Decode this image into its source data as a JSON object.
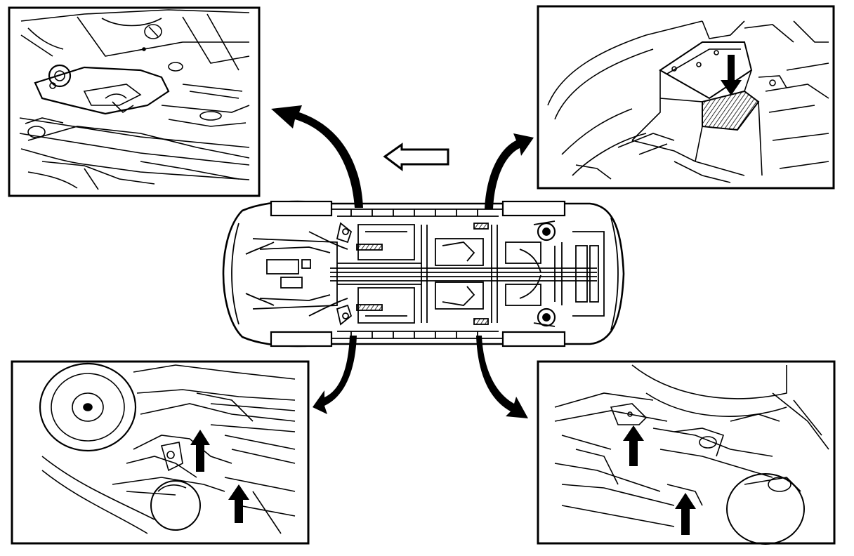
{
  "diagram": {
    "colors": {
      "ink": "#000000",
      "paper": "#ffffff",
      "hatch": "#000000"
    },
    "center_view": {
      "icon": "vehicle-underside-icon"
    },
    "direction_indicator": {
      "icon": "front-direction-arrow-icon"
    },
    "detail_views": [
      {
        "id": "front-left",
        "icon": "front-left-lift-point-icon",
        "arrow": "none"
      },
      {
        "id": "front-right",
        "icon": "front-right-lift-point-icon",
        "arrow": "down"
      },
      {
        "id": "rear-left",
        "icon": "rear-left-lift-point-icon",
        "arrow": "up"
      },
      {
        "id": "rear-right",
        "icon": "rear-right-lift-point-icon",
        "arrow": "up"
      }
    ],
    "callout_arrows": [
      {
        "from": "vehicle",
        "to": "front-left"
      },
      {
        "from": "vehicle",
        "to": "front-right"
      },
      {
        "from": "vehicle",
        "to": "rear-left"
      },
      {
        "from": "vehicle",
        "to": "rear-right"
      }
    ]
  }
}
